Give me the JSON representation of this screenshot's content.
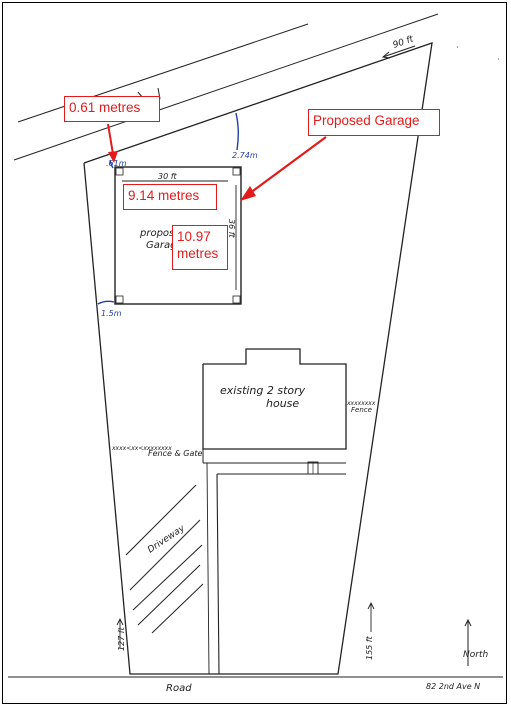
{
  "callouts": {
    "setback_front": "0.61 metres",
    "proposed_garage": "Proposed Garage",
    "width": "9.14 metres",
    "depth_line1": "10.97",
    "depth_line2": "metres"
  },
  "sketch": {
    "lot_top_dim": "90 ft",
    "setback_front_hand": ".61m",
    "setback_side_hand": "2.74m",
    "setback_rear_hand": "1.5m",
    "garage_width_hand": "30 ft",
    "garage_depth_hand": "36 ft",
    "garage_label_1": "propose",
    "garage_label_2": "Garag",
    "house_label_1": "existing 2 story",
    "house_label_2": "house",
    "fence_gate": "Fence & Gate",
    "fence_right": "Fence",
    "fence_marks_left": "xxxx<xx<xxxxxxxx",
    "fence_marks_right": "xxxxxxxx",
    "driveway": "Driveway",
    "left_dim": "127 ft",
    "right_dim": "155 ft",
    "north": "North",
    "road": "Road",
    "address": "82 2nd Ave N"
  },
  "colors": {
    "annotation_red": "#e31b1b",
    "hand_blue": "#1f3fa8",
    "pencil": "#222222"
  }
}
